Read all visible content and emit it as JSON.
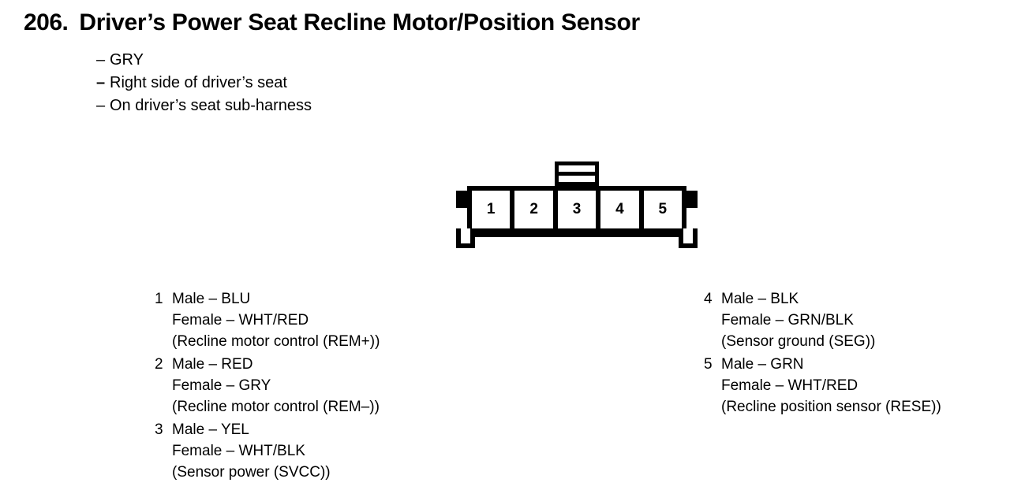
{
  "heading": {
    "number": "206.",
    "title": "Driver’s Power Seat Recline Motor/Position Sensor"
  },
  "meta": {
    "items": [
      {
        "dash": "–",
        "text": "GRY"
      },
      {
        "dash": "–",
        "text": "Right side of driver’s seat"
      },
      {
        "dash": "–",
        "text": "On driver’s seat sub-harness"
      }
    ]
  },
  "connector": {
    "pin_numbers": [
      "1",
      "2",
      "3",
      "4",
      "5"
    ],
    "tab_over_pin": "3"
  },
  "pin_assignments": {
    "left_column": [
      {
        "pin": "1",
        "male": "Male – BLU",
        "female": "Female – WHT/RED",
        "function": "(Recline motor control (REM+))"
      },
      {
        "pin": "2",
        "male": "Male – RED",
        "female": "Female – GRY",
        "function": "(Recline motor control (REM–))"
      },
      {
        "pin": "3",
        "male": "Male – YEL",
        "female": "Female – WHT/BLK",
        "function": "(Sensor power (SVCC))"
      }
    ],
    "right_column": [
      {
        "pin": "4",
        "male": "Male – BLK",
        "female": "Female – GRN/BLK",
        "function": "(Sensor ground (SEG))"
      },
      {
        "pin": "5",
        "male": "Male – GRN",
        "female": "Female – WHT/RED",
        "function": "(Recline position sensor (RESE))"
      }
    ]
  },
  "colors": {
    "ink": "#000000",
    "page": "#ffffff"
  }
}
